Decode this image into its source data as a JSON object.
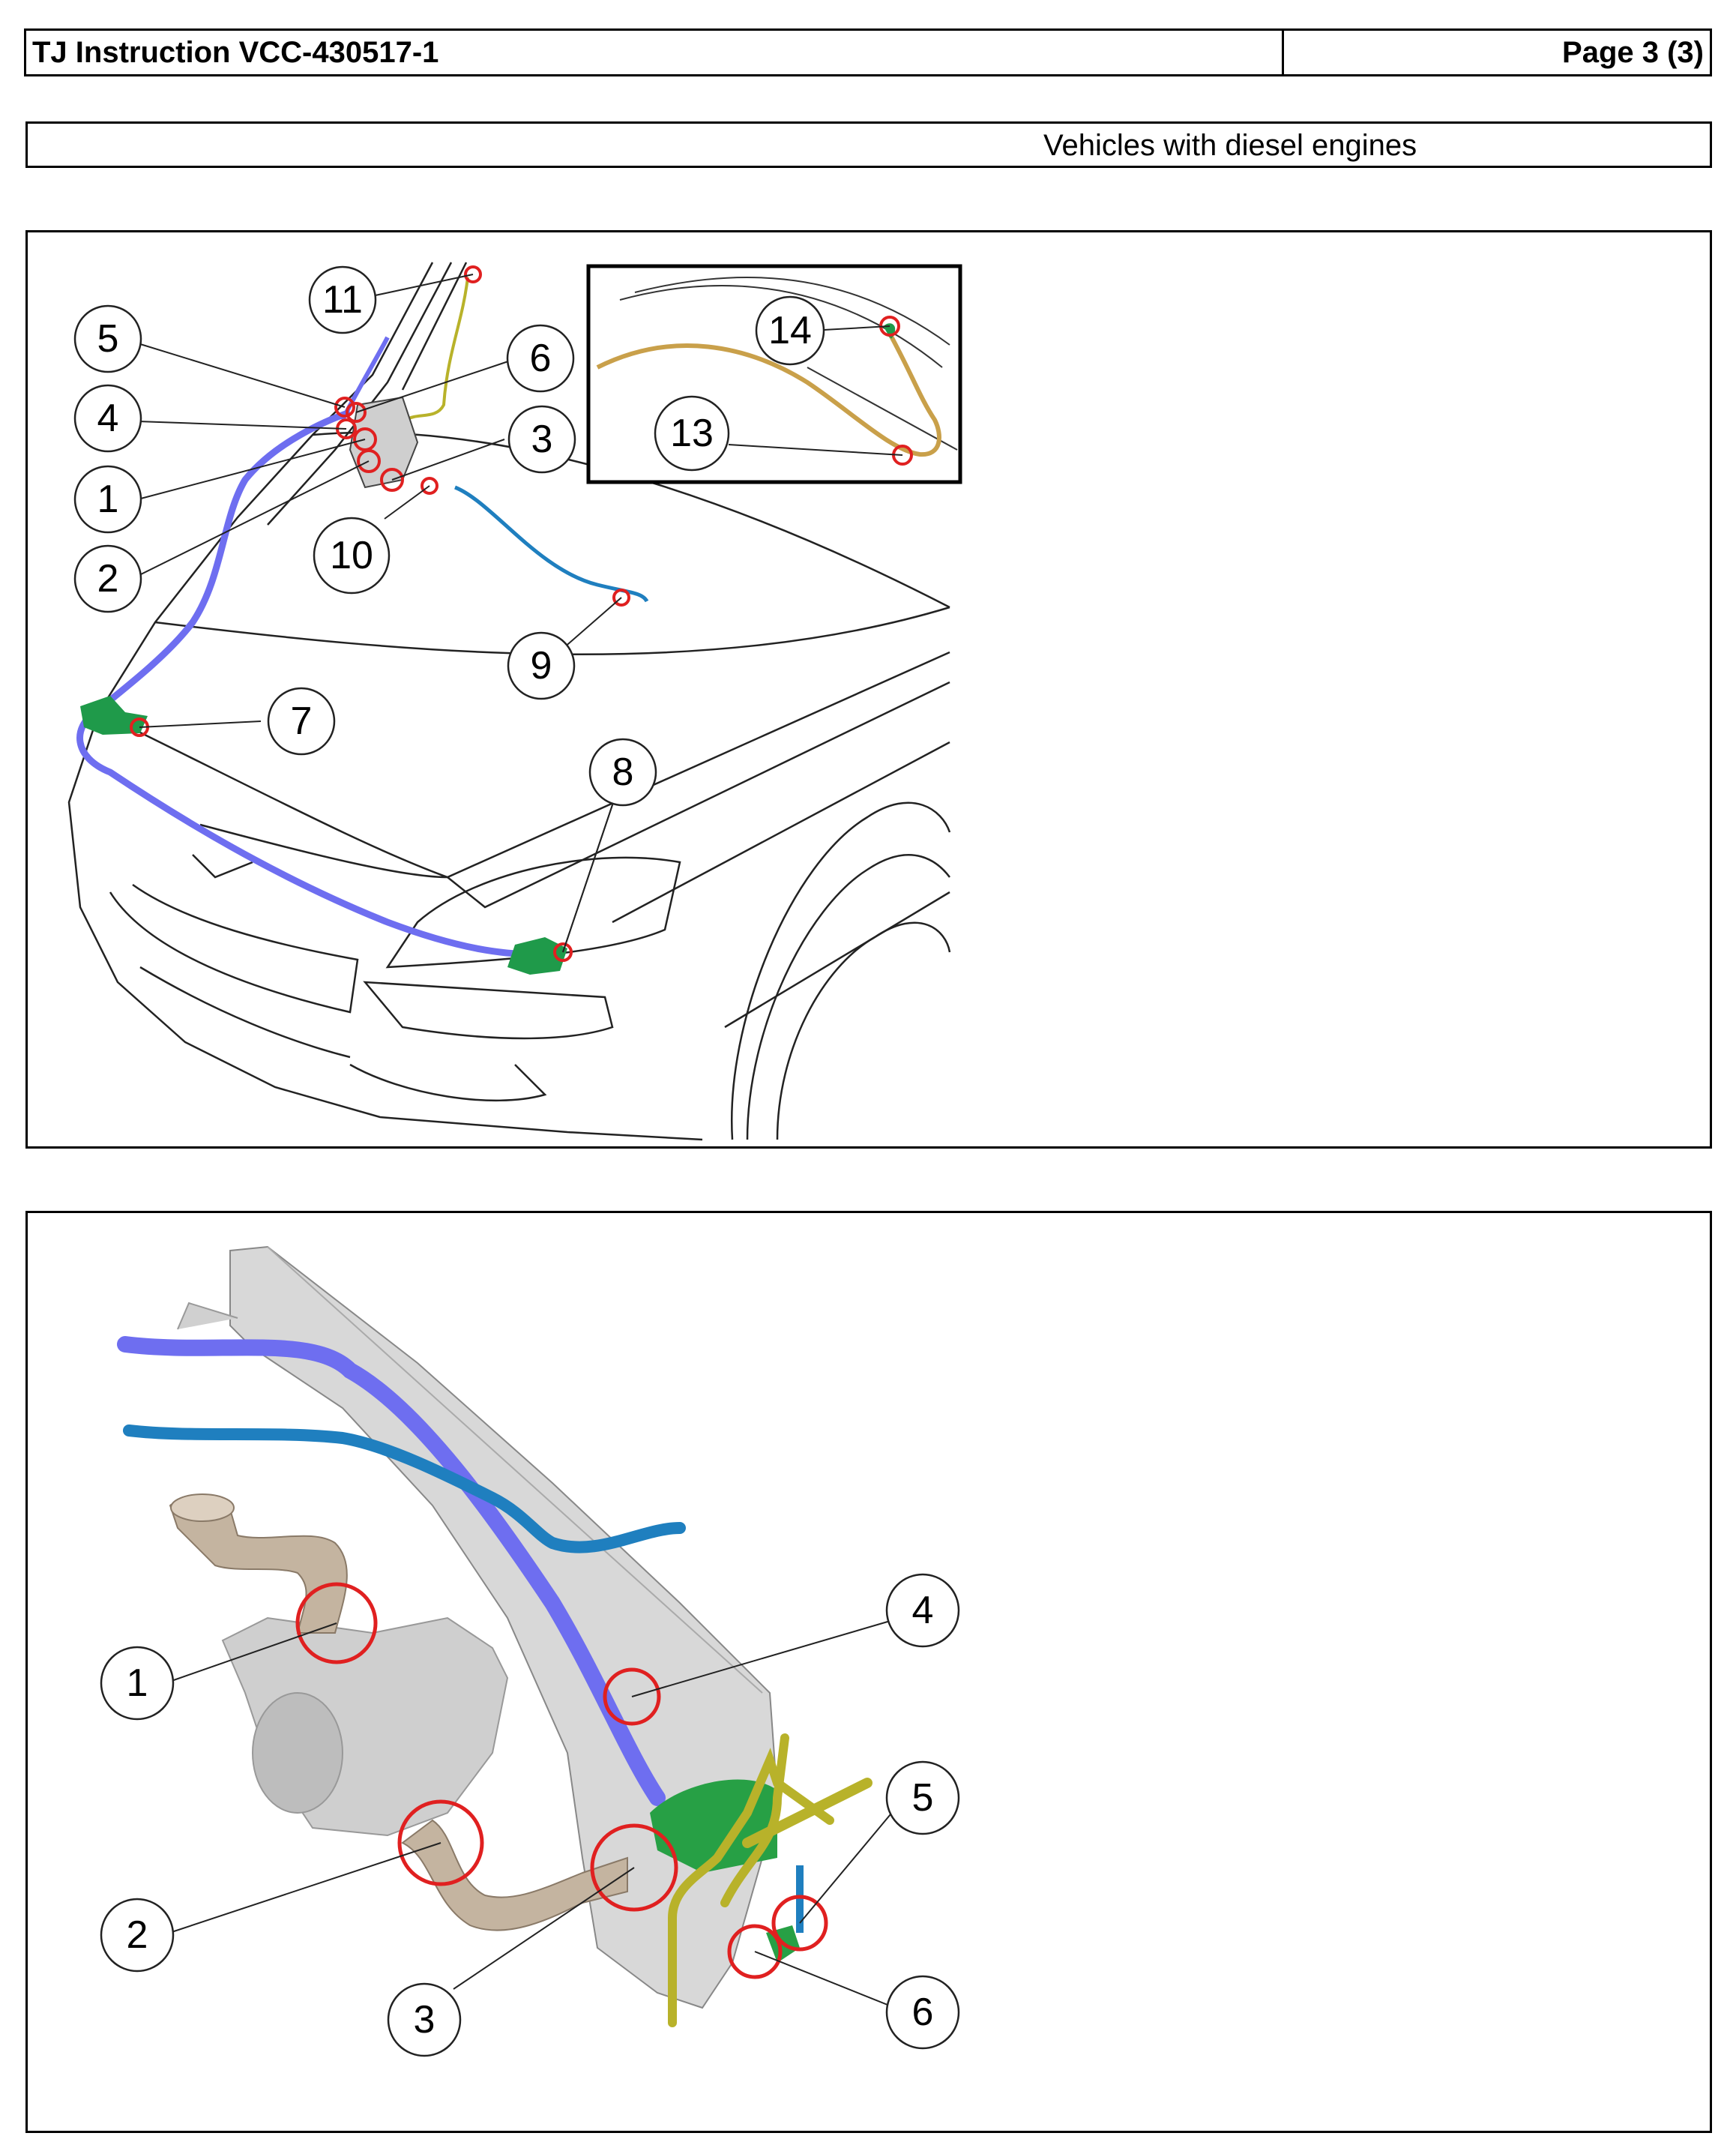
{
  "header": {
    "title": "TJ Instruction VCC-430517-1",
    "page": "Page 3 (3)"
  },
  "subheader": {
    "text": "Vehicles with diesel engines"
  },
  "figure1": {
    "callouts": [
      "11",
      "5",
      "6",
      "4",
      "3",
      "1",
      "2",
      "10",
      "9",
      "7",
      "8",
      "14",
      "13"
    ]
  },
  "figure2": {
    "callouts": [
      "4",
      "1",
      "5",
      "2",
      "6",
      "3"
    ]
  },
  "colors": {
    "hose_purple": "#6e6ef0",
    "hose_blue": "#1f7fbf",
    "hose_yellow": "#b8b22a",
    "hose_tan": "#c9a04a",
    "pump_green": "#1f9a4a",
    "marker_red": "#e02020"
  }
}
